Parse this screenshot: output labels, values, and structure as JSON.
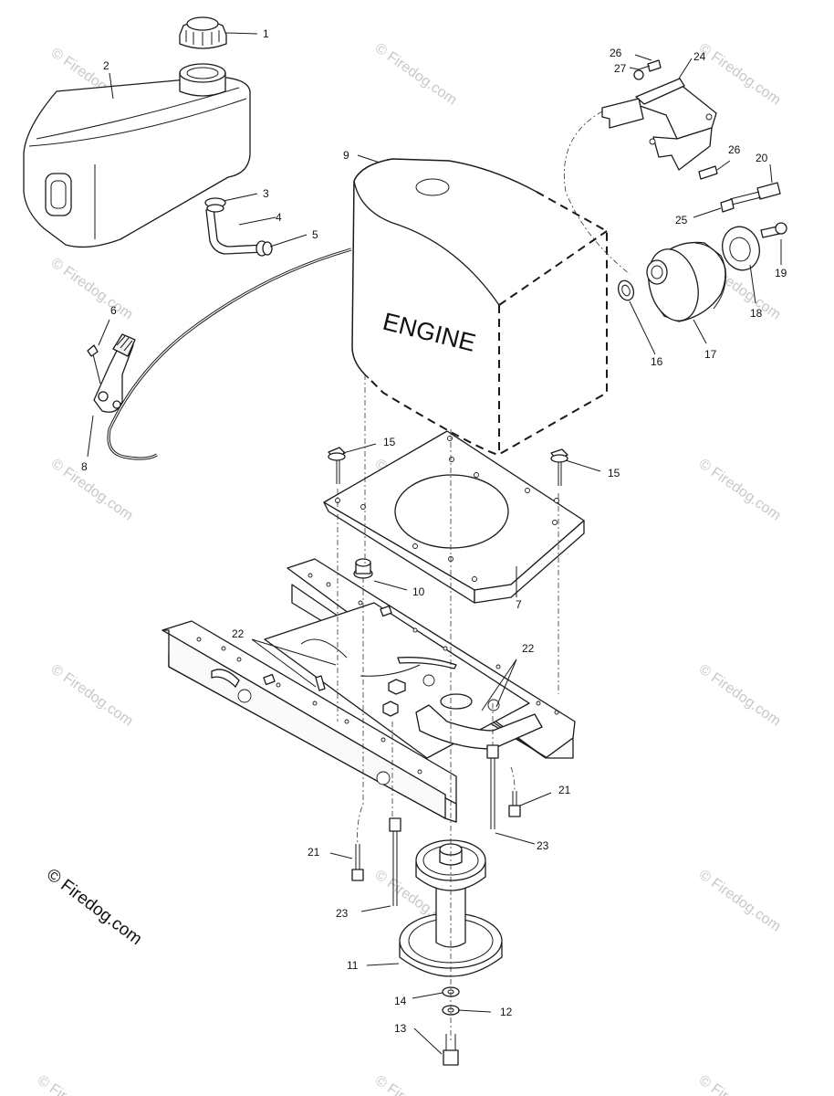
{
  "engine_label": "ENGINE",
  "copyright": "© Firedog.com",
  "watermark": "© Firedog.com",
  "callouts": {
    "c1": "1",
    "c2": "2",
    "c3": "3",
    "c4": "4",
    "c5": "5",
    "c6": "6",
    "c7": "7",
    "c8": "8",
    "c9": "9",
    "c10": "10",
    "c11": "11",
    "c12": "12",
    "c13": "13",
    "c14": "14",
    "c15a": "15",
    "c15b": "15",
    "c16": "16",
    "c17": "17",
    "c18": "18",
    "c19": "19",
    "c20": "20",
    "c21a": "21",
    "c21b": "21",
    "c22a": "22",
    "c22b": "22",
    "c23a": "23",
    "c23b": "23",
    "c24": "24",
    "c25": "25",
    "c26a": "26",
    "c26b": "26",
    "c27": "27"
  }
}
